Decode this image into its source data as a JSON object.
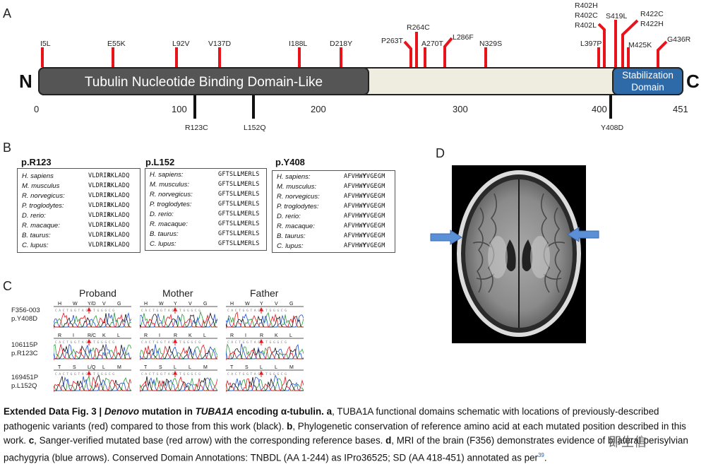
{
  "panels": {
    "a": "A",
    "b": "B",
    "c": "C",
    "d": "D"
  },
  "protein_schematic": {
    "n_terminus": "N",
    "c_terminus": "C",
    "length": 451,
    "domains": [
      {
        "name": "Tubulin Nucleotide Binding Domain-Like",
        "start": 1,
        "end": 244,
        "color": "#555555"
      },
      {
        "name_line1": "Stabilization",
        "name_line2": "Domain",
        "start": 418,
        "end": 451,
        "color": "#2f6aa8"
      }
    ],
    "backbone_color": "#efece0",
    "ticks": [
      "0",
      "100",
      "200",
      "300",
      "400",
      "451"
    ],
    "previous_variants": [
      {
        "label": "I5L",
        "pos": 5
      },
      {
        "label": "E55K",
        "pos": 55
      },
      {
        "label": "L92V",
        "pos": 92
      },
      {
        "label": "V137D",
        "pos": 137
      },
      {
        "label": "I188L",
        "pos": 188
      },
      {
        "label": "D218Y",
        "pos": 218
      },
      {
        "label": "P263T",
        "pos": 263
      },
      {
        "label": "R264C",
        "pos": 264
      },
      {
        "label": "A270T",
        "pos": 270
      },
      {
        "label": "L286F",
        "pos": 286
      },
      {
        "label": "N329S",
        "pos": 329
      },
      {
        "label": "L397P",
        "pos": 397
      },
      {
        "label": "R402H",
        "pos": 402
      },
      {
        "label": "R402C",
        "pos": 402
      },
      {
        "label": "R402L",
        "pos": 402
      },
      {
        "label": "S419L",
        "pos": 419
      },
      {
        "label": "R422C",
        "pos": 422
      },
      {
        "label": "R422H",
        "pos": 422
      },
      {
        "label": "M425K",
        "pos": 425
      },
      {
        "label": "G436R",
        "pos": 436
      }
    ],
    "new_variants": [
      {
        "label": "R123C",
        "pos": 123
      },
      {
        "label": "L152Q",
        "pos": 152
      },
      {
        "label": "Y408D",
        "pos": 408
      }
    ],
    "previous_color": "#e8141c",
    "new_color": "#111111"
  },
  "conservation": [
    {
      "title": "p.R123",
      "rows": [
        {
          "species": "H. sapiens",
          "pre": "VLDRI",
          "res": "R",
          "post": "KLADQ"
        },
        {
          "species": "M. musculus",
          "pre": "VLDRI",
          "res": "R",
          "post": "KLADQ"
        },
        {
          "species": "R. norvegicus:",
          "pre": "VLDRI",
          "res": "R",
          "post": "KLADQ"
        },
        {
          "species": "P. troglodytes:",
          "pre": "VLDRI",
          "res": "R",
          "post": "KLADQ"
        },
        {
          "species": "D. rerio:",
          "pre": "VLDRI",
          "res": "R",
          "post": "KLADQ"
        },
        {
          "species": "R. macaque:",
          "pre": "VLDRI",
          "res": "R",
          "post": "KLADQ"
        },
        {
          "species": "B. taurus:",
          "pre": "VLDRI",
          "res": "R",
          "post": "KLADQ"
        },
        {
          "species": "C. lupus:",
          "pre": "VLDRI",
          "res": "R",
          "post": "KLADQ"
        }
      ]
    },
    {
      "title": "p.L152",
      "rows": [
        {
          "species": "H. sapiens:",
          "pre": "GFTSL",
          "res": "L",
          "post": "MERLS"
        },
        {
          "species": "M. musculus:",
          "pre": "GFTSL",
          "res": "L",
          "post": "MERLS"
        },
        {
          "species": "R. norvegicus:",
          "pre": "GFTSL",
          "res": "L",
          "post": "MERLS"
        },
        {
          "species": "P. troglodytes:",
          "pre": "GFTSL",
          "res": "L",
          "post": "MERLS"
        },
        {
          "species": "D. rerio:",
          "pre": "GFTSL",
          "res": "L",
          "post": "MERLS"
        },
        {
          "species": "R. macaque:",
          "pre": "GFTSL",
          "res": "L",
          "post": "MERLS"
        },
        {
          "species": "B. taurus:",
          "pre": "GFTSL",
          "res": "L",
          "post": "MERLS"
        },
        {
          "species": "C. lupus:",
          "pre": "GFTSL",
          "res": "L",
          "post": "MERLS"
        }
      ]
    },
    {
      "title": "p.Y408",
      "rows": [
        {
          "species": "H. sapiens:",
          "pre": "AFVHW",
          "res": "Y",
          "post": "VGEGM"
        },
        {
          "species": "M. musculus:",
          "pre": "AFVHW",
          "res": "Y",
          "post": "VGEGM"
        },
        {
          "species": "R. norvegicus:",
          "pre": "AFVHW",
          "res": "Y",
          "post": "VGEGM"
        },
        {
          "species": "P. troglodytes:",
          "pre": "AFVHW",
          "res": "Y",
          "post": "VGEGM"
        },
        {
          "species": "D. rerio:",
          "pre": "AFVHW",
          "res": "Y",
          "post": "VGEGM"
        },
        {
          "species": "R. macaque:",
          "pre": "AFVHW",
          "res": "Y",
          "post": "VGEGM"
        },
        {
          "species": "B. taurus:",
          "pre": "AFVHW",
          "res": "Y",
          "post": "VGEGM"
        },
        {
          "species": "C. lupus:",
          "pre": "AFVHW",
          "res": "Y",
          "post": "VGEGM"
        }
      ]
    }
  ],
  "sanger": {
    "columns": [
      "Proband",
      "Mother",
      "Father"
    ],
    "samples": [
      {
        "id": "F356-003",
        "variant": "p.Y408D",
        "proband_codons": [
          "H",
          "W",
          "Y/D",
          "V",
          "G"
        ],
        "parent_codons": [
          "H",
          "W",
          "Y",
          "V",
          "G"
        ]
      },
      {
        "id": "106115P",
        "variant": "p.R123C",
        "proband_codons": [
          "R",
          "I",
          "R/C",
          "K",
          "L"
        ],
        "parent_codons": [
          "R",
          "I",
          "R",
          "K",
          "L"
        ]
      },
      {
        "id": "169451P",
        "variant": "p.L152Q",
        "proband_codons": [
          "T",
          "S",
          "L/Q",
          "L",
          "M"
        ],
        "parent_codons": [
          "T",
          "S",
          "L",
          "L",
          "M"
        ]
      }
    ],
    "arrow_color": "#e8141c",
    "trace_colors": [
      "#2a9d3a",
      "#1f4fd1",
      "#111111",
      "#e8141c"
    ]
  },
  "mri": {
    "arrow_color": "#5b8fd6"
  },
  "caption": {
    "label": "Extended Data Fig. 3 | ",
    "title_italic_1": "Denovo",
    "title_mid": " mutation in ",
    "title_italic_2": "TUBA1A",
    "title_end": " encoding α-tubulin.",
    "a_label": " a",
    "a_text": ", TUBA1A functional domains schematic with locations of previously-described pathogenic variants (red) compared to those from this work (black).",
    "b_label": " b",
    "b_text": ", Phylogenetic conservation of reference amino acid at each mutated position described in this work.",
    "c_label": " c",
    "c_text": ", Sanger-verified mutated base (red arrow) with the corresponding reference bases.",
    "d_label": " d",
    "d_text": ", MRI of the brain (F356) demonstrates evidence of bilateral perisylvian pachygyria (blue arrows). Conserved Domain Annotations: TNBDL (AA 1-244) as IPro36525; SD (AA 418-451) annotated as per",
    "ref": "39",
    "end": ".",
    "watermark": "即生信"
  }
}
